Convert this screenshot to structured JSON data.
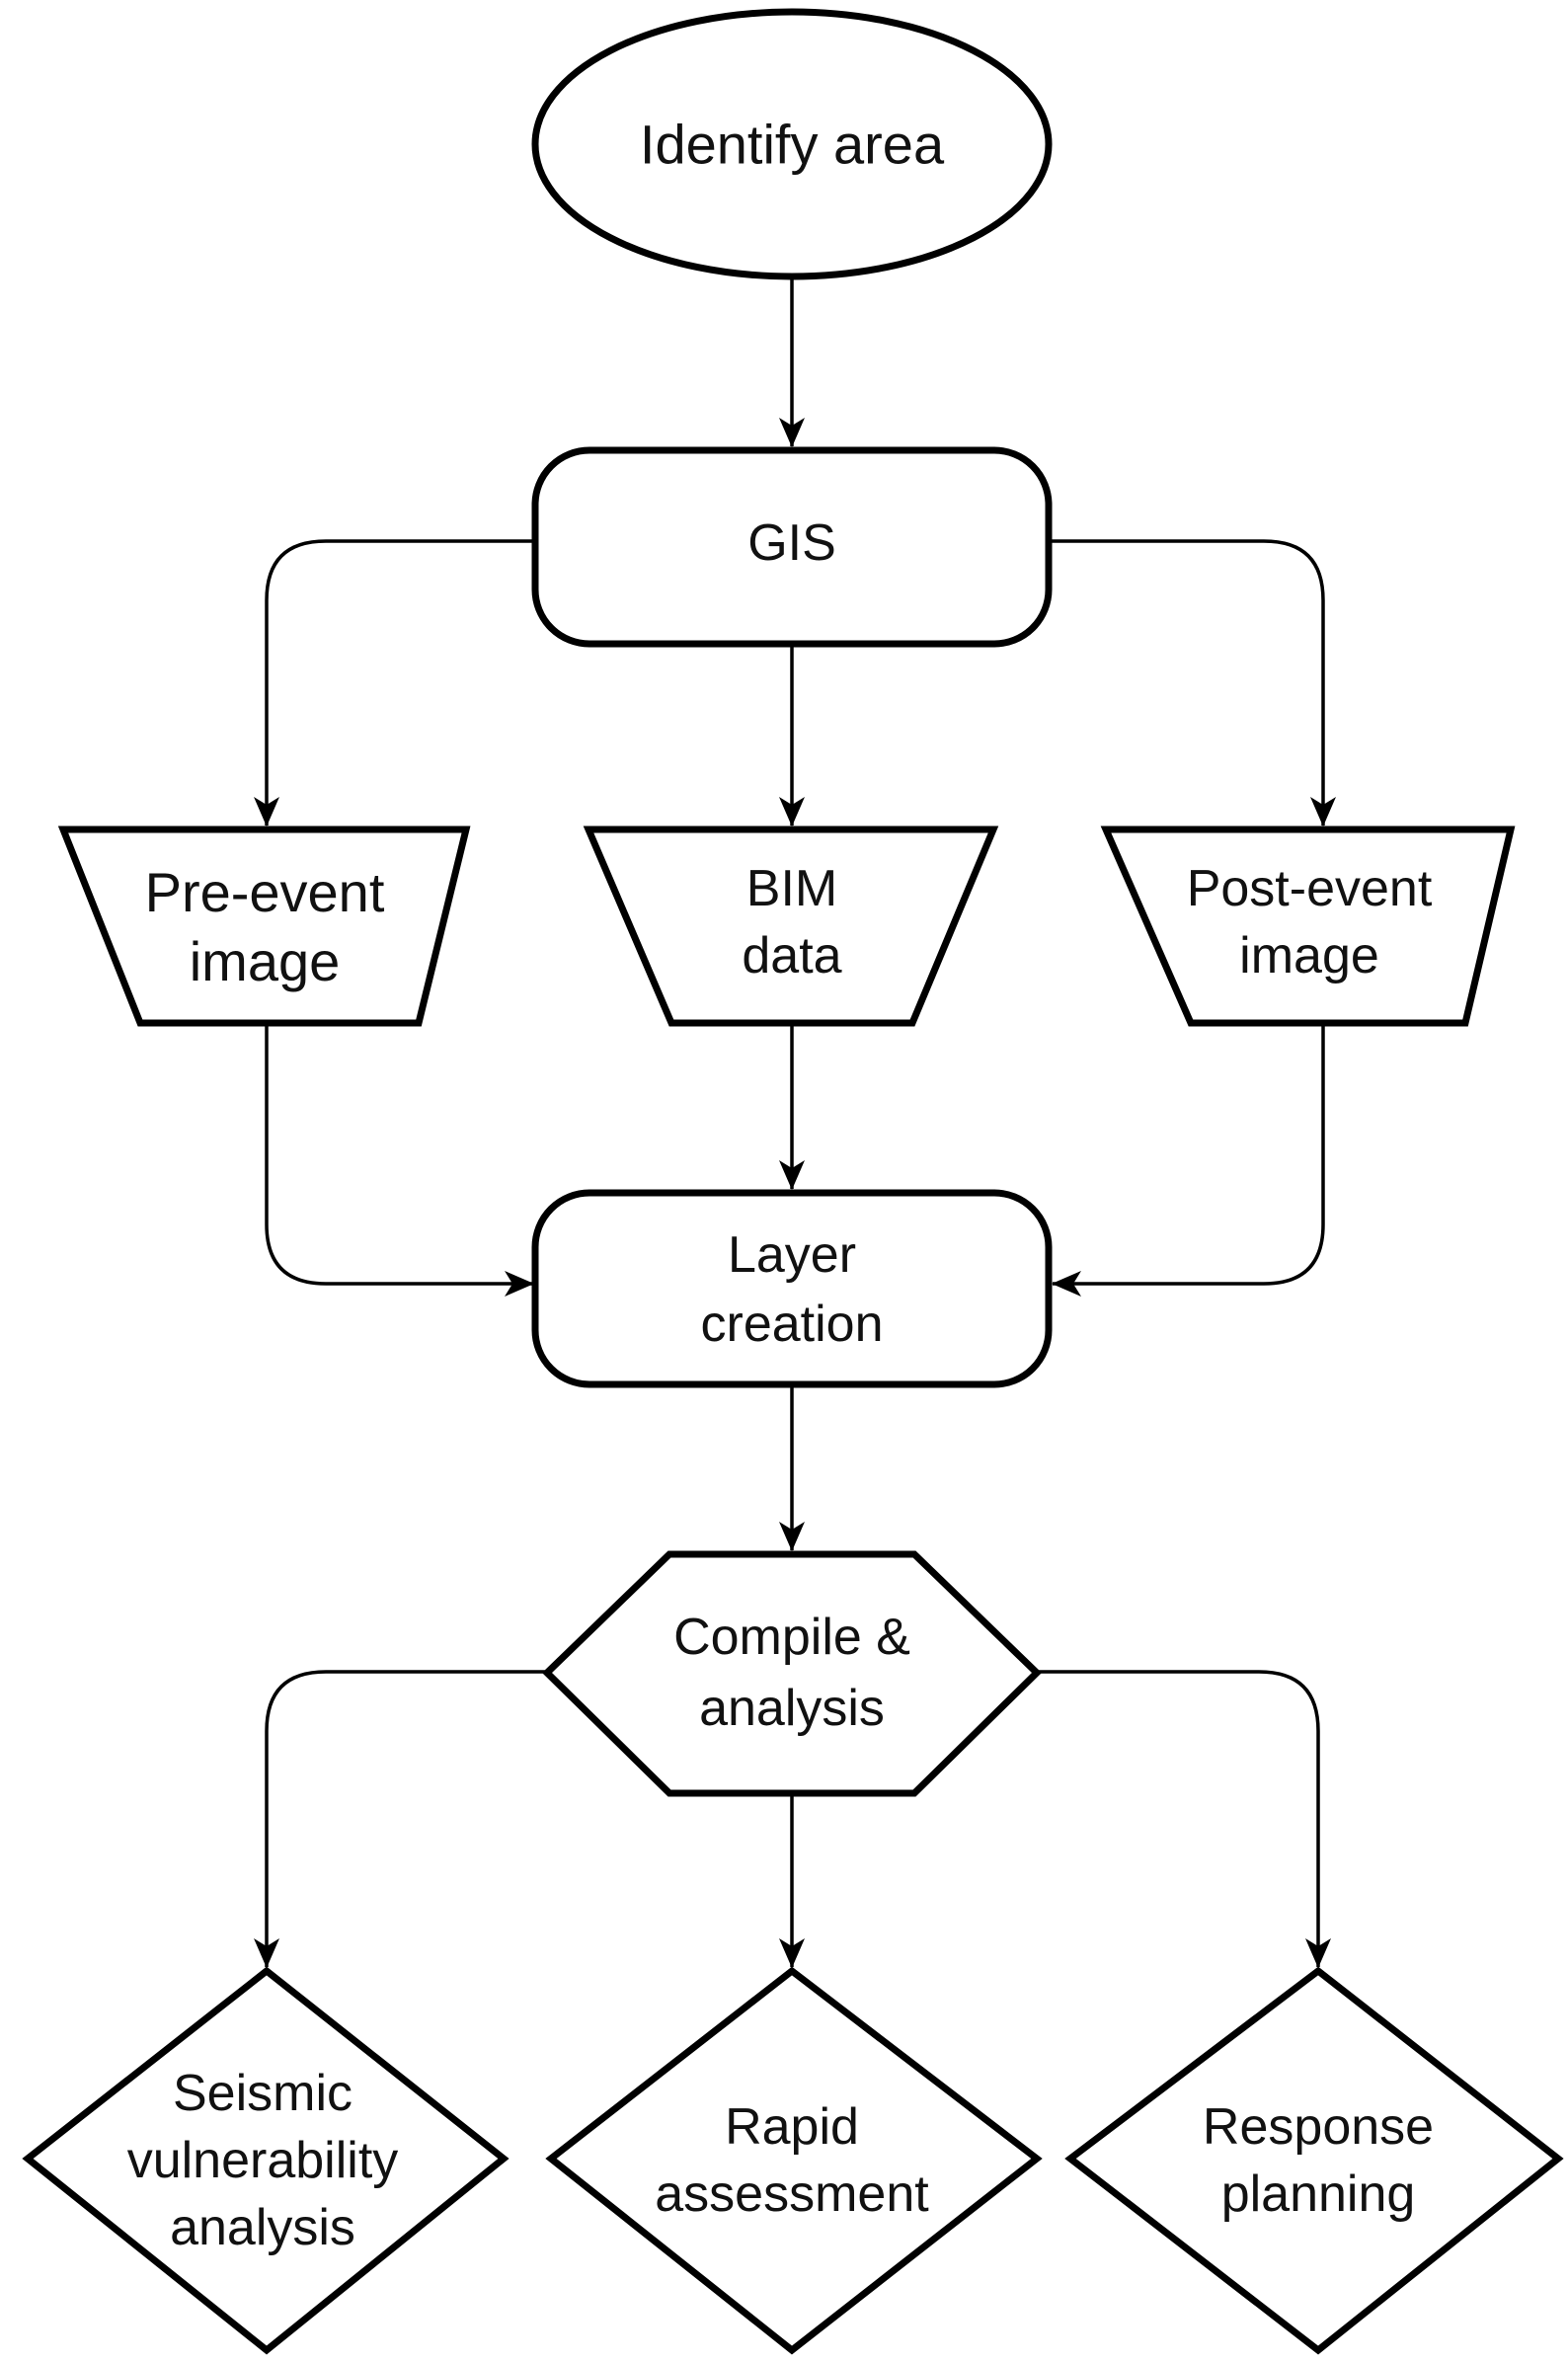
{
  "diagram": {
    "nodes": {
      "identify_area": {
        "label": "Identify area",
        "shape": "ellipse"
      },
      "gis": {
        "label": "GIS",
        "shape": "rounded-rectangle"
      },
      "pre_event_image": {
        "label": [
          "Pre-event",
          "image"
        ],
        "shape": "trapezoid"
      },
      "bim_data": {
        "label": [
          "BIM",
          "data"
        ],
        "shape": "trapezoid"
      },
      "post_event_image": {
        "label": [
          "Post-event",
          "image"
        ],
        "shape": "trapezoid"
      },
      "layer_creation": {
        "label": [
          "Layer",
          "creation"
        ],
        "shape": "rounded-rectangle"
      },
      "compile_analysis": {
        "label": [
          "Compile &",
          "analysis"
        ],
        "shape": "hexagon"
      },
      "seismic_vulnerability_analysis": {
        "label": [
          "Seismic",
          "vulnerability",
          "analysis"
        ],
        "shape": "diamond"
      },
      "rapid_assessment": {
        "label": [
          "Rapid",
          "assessment"
        ],
        "shape": "diamond"
      },
      "response_planning": {
        "label": [
          "Response",
          "planning"
        ],
        "shape": "diamond"
      }
    },
    "edges": [
      {
        "from": "identify_area",
        "to": "gis"
      },
      {
        "from": "gis",
        "to": "pre_event_image"
      },
      {
        "from": "gis",
        "to": "bim_data"
      },
      {
        "from": "gis",
        "to": "post_event_image"
      },
      {
        "from": "pre_event_image",
        "to": "layer_creation"
      },
      {
        "from": "bim_data",
        "to": "layer_creation"
      },
      {
        "from": "post_event_image",
        "to": "layer_creation"
      },
      {
        "from": "layer_creation",
        "to": "compile_analysis"
      },
      {
        "from": "compile_analysis",
        "to": "seismic_vulnerability_analysis"
      },
      {
        "from": "compile_analysis",
        "to": "rapid_assessment"
      },
      {
        "from": "compile_analysis",
        "to": "response_planning"
      }
    ]
  }
}
